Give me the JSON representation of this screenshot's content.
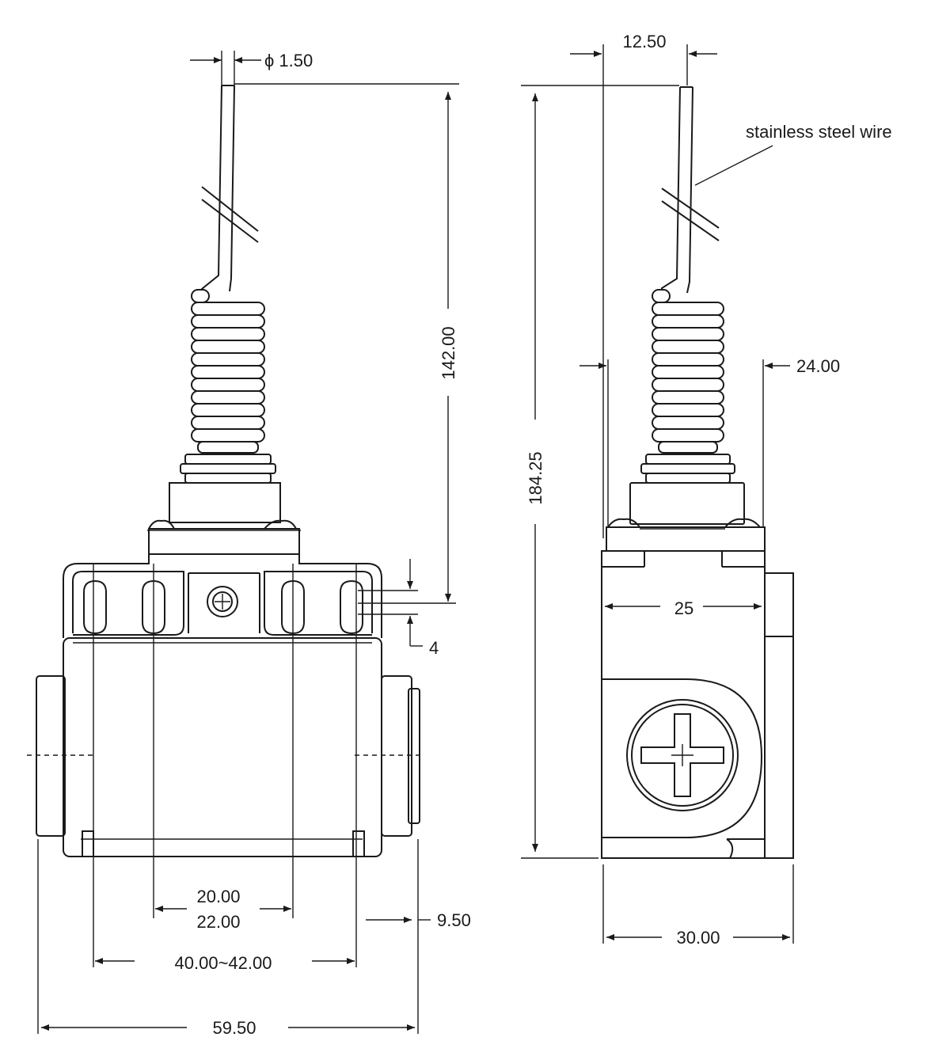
{
  "drawing": {
    "annotations": {
      "wire_label": "stainless steel wire"
    },
    "dimensions": {
      "wire_diameter": "ϕ 1.50",
      "wire_offset": "12.50",
      "wire_length": "142.00",
      "total_height": "184.25",
      "spring_width": "24.00",
      "hole_offset": "4",
      "body_depth_inner": "25",
      "inner_spacing_min": "20.00",
      "inner_spacing_max": "22.00",
      "hole_spacing": "40.00~42.00",
      "side_boss": "9.50",
      "total_width": "59.50",
      "body_depth": "30.00"
    }
  }
}
